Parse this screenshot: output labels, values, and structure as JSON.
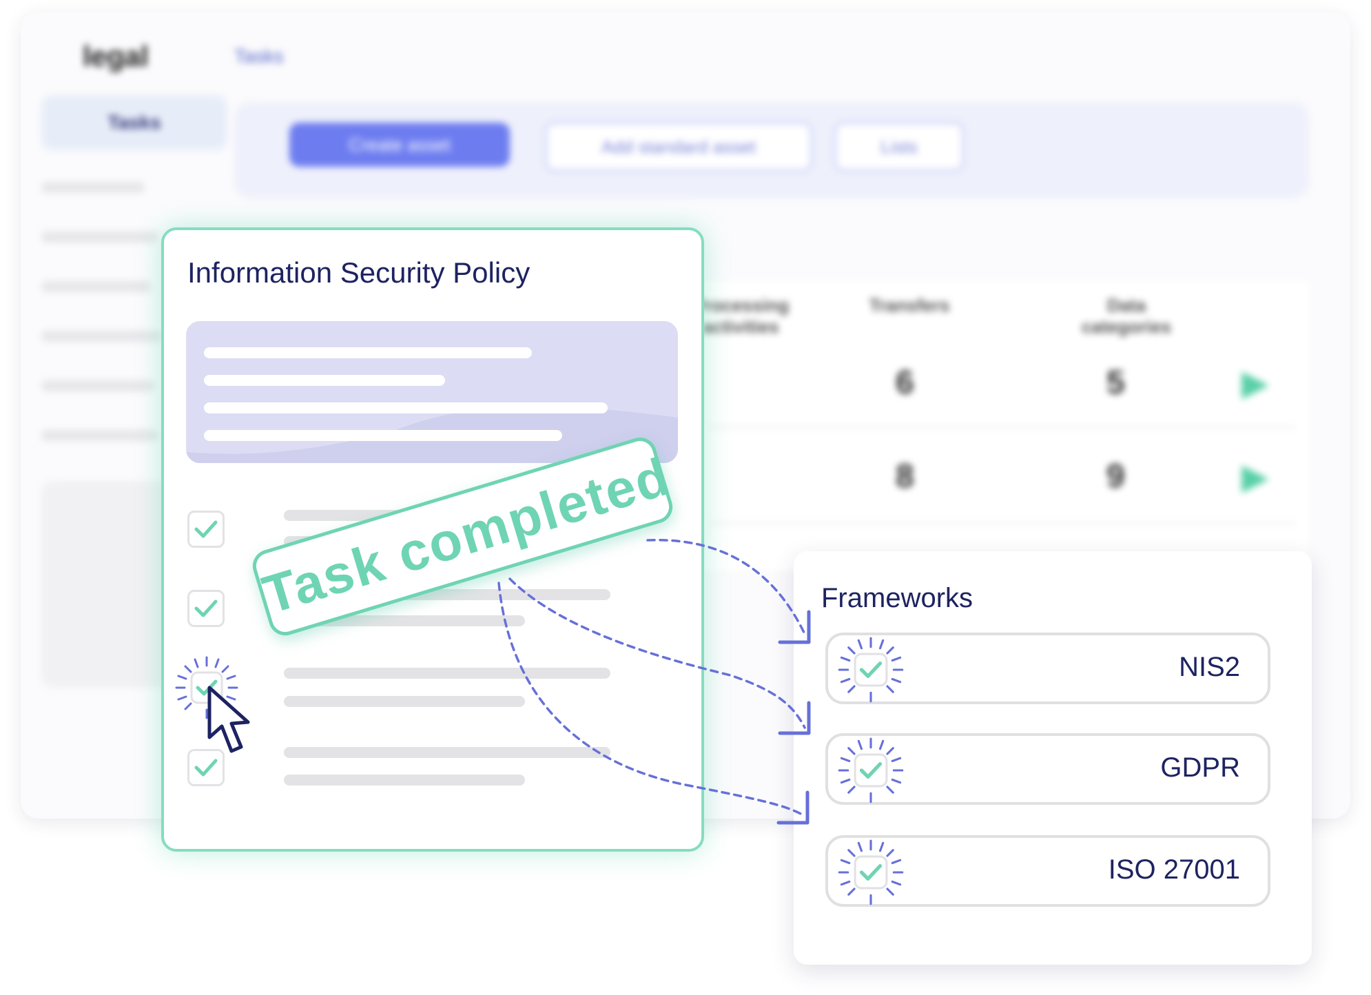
{
  "background_app": {
    "logo": "legal",
    "breadcrumb": "Tasks",
    "sidebar_active": "Tasks",
    "toolbar": {
      "primary_button": "Create asset",
      "secondary_button": "Add standard asset",
      "tertiary_button": "Lists"
    },
    "table": {
      "headers": [
        "Processing activities",
        "Transfers",
        "Data categories"
      ],
      "rows": [
        {
          "transfers": "6",
          "data_categories": "5"
        },
        {
          "transfers": "8",
          "data_categories": "9"
        }
      ]
    }
  },
  "policy_card": {
    "title": "Information Security Policy"
  },
  "stamp": {
    "label": "Task completed"
  },
  "frameworks": {
    "title": "Frameworks",
    "items": [
      {
        "label": "NIS2"
      },
      {
        "label": "GDPR"
      },
      {
        "label": "ISO 27001"
      }
    ]
  },
  "colors": {
    "accent_green": "#6fd4b3",
    "accent_purple": "#6670d8",
    "title_navy": "#1d2361"
  },
  "icons": [
    "check-icon",
    "sparkle-check-icon",
    "cursor-pointer-icon",
    "chevron-right-icon",
    "dashed-arrow"
  ]
}
